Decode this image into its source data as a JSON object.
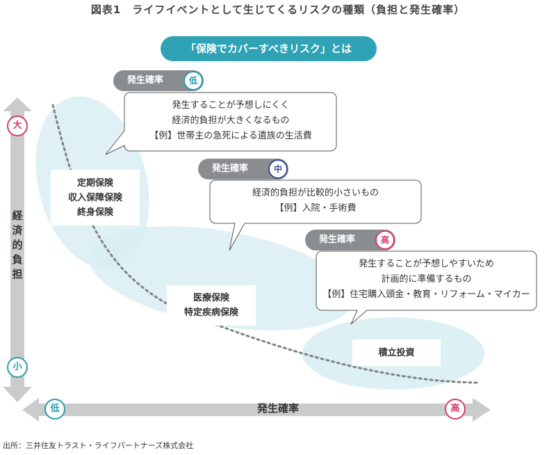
{
  "title": "図表1　ライフイベントとして生じてくるリスクの種類（負担と発生確率）",
  "banner": "「保険でカバーすべきリスク」とは",
  "tags": {
    "low": {
      "label": "発生確率",
      "level": "低"
    },
    "mid": {
      "label": "発生確率",
      "level": "中"
    },
    "high": {
      "label": "発生確率",
      "level": "高"
    }
  },
  "bubbles": {
    "low": [
      "発生することが予想しにくく",
      "経済的負担が大きくなるもの",
      "【例】世帯主の急死による遺族の生活費"
    ],
    "mid": [
      "経済的負担が比較的小さいもの",
      "【例】入院・手術費"
    ],
    "high": [
      "発生することが予想しやすいため",
      "計画的に準備するもの",
      "【例】住宅購入頭金・教育・リフォーム・マイカー"
    ]
  },
  "products": {
    "life": [
      "定期保険",
      "収入保障保険",
      "終身保険"
    ],
    "medical": [
      "医療保険",
      "特定疾病保険"
    ],
    "savings": [
      "積立投資"
    ]
  },
  "y_axis": {
    "label": [
      "経",
      "済",
      "的",
      "負",
      "担"
    ],
    "top": "大",
    "bottom": "小"
  },
  "x_axis": {
    "label": "発生確率",
    "left": "低",
    "right": "高"
  },
  "source": "出所：三井住友トラスト・ライフパートナーズ株式会社",
  "colors": {
    "banner": "#2fa3b5",
    "tag": "#8a8d90",
    "axis": "#c9cbcd",
    "ellipse": "#d6ecf1",
    "low": "#2a9bb0",
    "mid": "#3a4c8f",
    "high": "#d63a6e"
  }
}
